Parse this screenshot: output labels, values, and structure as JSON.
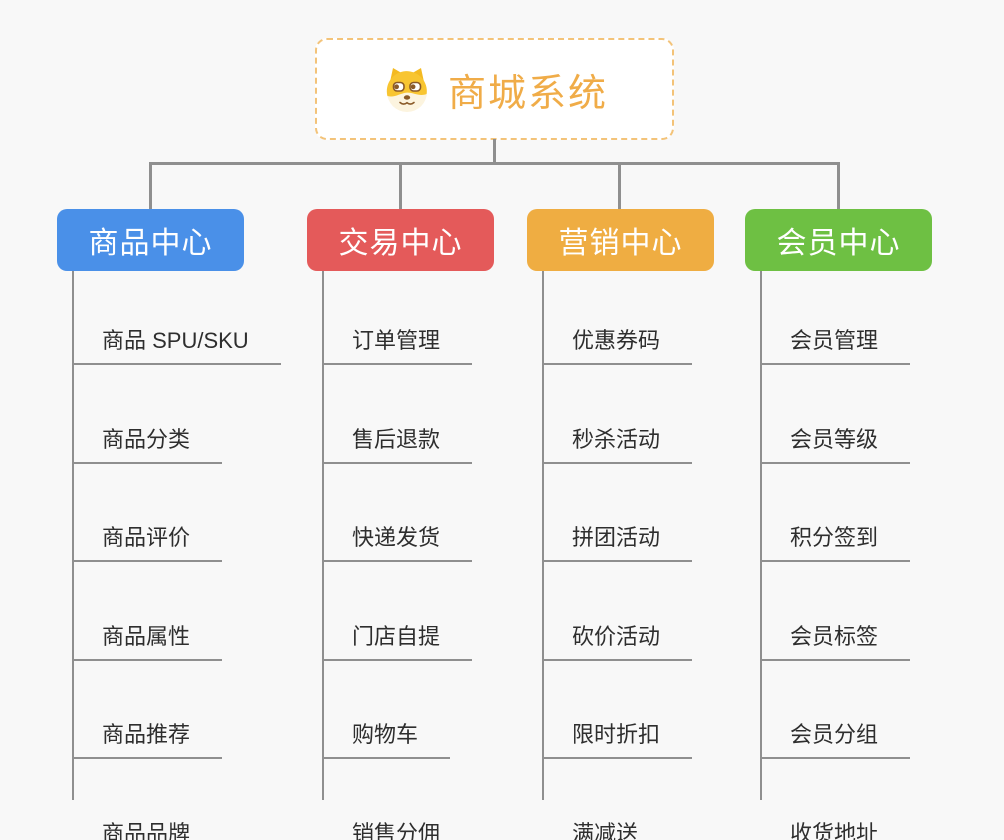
{
  "root": {
    "title": "商城系统",
    "icon": "dog-face-icon"
  },
  "colors": {
    "background": "#F8F8F8",
    "connector": "#8F8F8F",
    "root_border": "#F3C379",
    "root_text": "#F0AC48",
    "item_text": "#2E2E2E",
    "branch_blue": "#4A90E8",
    "branch_red": "#E45A5A",
    "branch_orange": "#EFAD42",
    "branch_green": "#6EC043"
  },
  "branches": [
    {
      "label": "商品中心",
      "color": "#4A90E8",
      "items": [
        "商品 SPU/SKU",
        "商品分类",
        "商品评价",
        "商品属性",
        "商品推荐",
        "商品品牌"
      ]
    },
    {
      "label": "交易中心",
      "color": "#E45A5A",
      "items": [
        "订单管理",
        "售后退款",
        "快递发货",
        "门店自提",
        "购物车",
        "销售分佣"
      ]
    },
    {
      "label": "营销中心",
      "color": "#EFAD42",
      "items": [
        "优惠券码",
        "秒杀活动",
        "拼团活动",
        "砍价活动",
        "限时折扣",
        "满减送"
      ]
    },
    {
      "label": "会员中心",
      "color": "#6EC043",
      "items": [
        "会员管理",
        "会员等级",
        "积分签到",
        "会员标签",
        "会员分组",
        "收货地址"
      ]
    }
  ]
}
